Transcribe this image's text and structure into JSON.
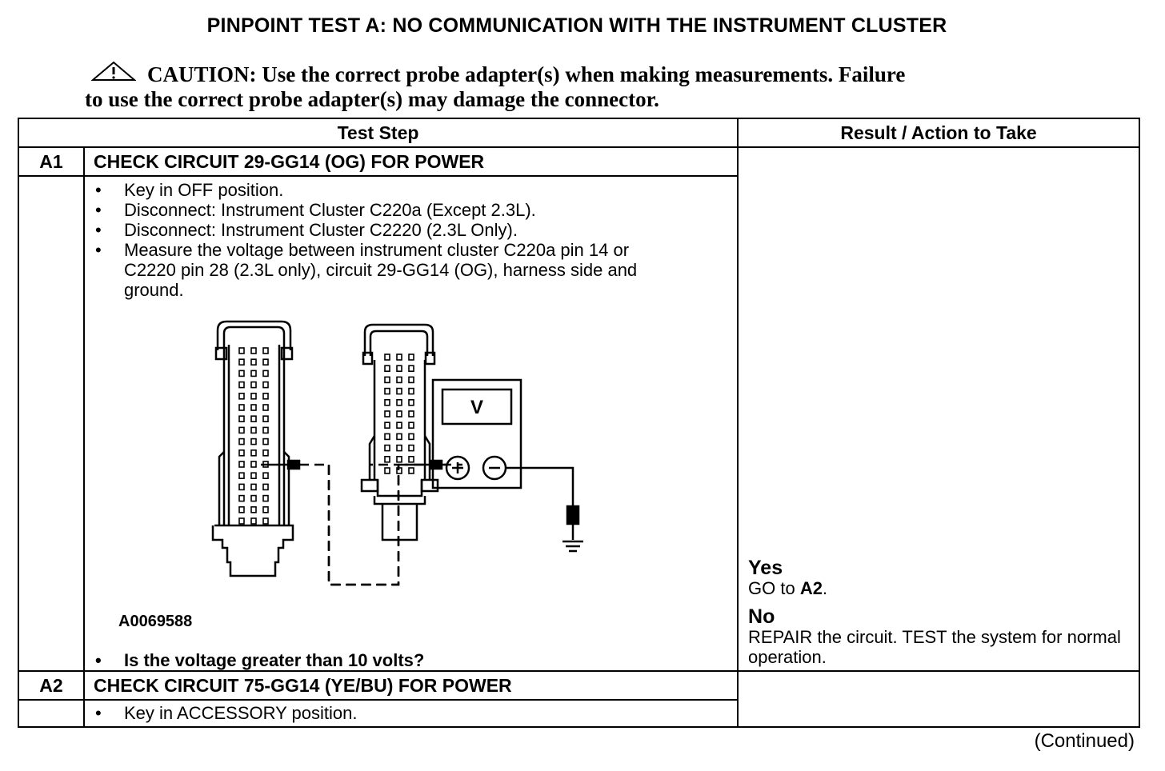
{
  "title": "PINPOINT TEST  A: NO COMMUNICATION WITH THE INSTRUMENT CLUSTER",
  "caution": {
    "icon": "warning-triangle-icon",
    "line1": "CAUTION: Use the correct probe adapter(s) when making measurements. Failure",
    "line2": "to use the correct probe adapter(s) may damage the connector."
  },
  "table": {
    "headers": {
      "test_step": "Test Step",
      "result": "Result / Action to Take"
    },
    "steps": [
      {
        "id": "A1",
        "heading": "CHECK CIRCUIT 29-GG14 (OG) FOR POWER",
        "bullets": [
          "Key in OFF position.",
          "Disconnect: Instrument Cluster C220a (Except 2.3L).",
          "Disconnect: Instrument Cluster C2220 (2.3L Only).",
          "Measure the voltage between instrument cluster C220a pin 14 or C2220 pin 28 (2.3L only), circuit 29-GG14 (OG), harness side and ground."
        ],
        "figure_id": "A0069588",
        "meter_label": "V",
        "question": "Is the voltage greater than 10 volts?",
        "yes_label": "Yes",
        "yes_text_prefix": "GO to ",
        "yes_text_target": "A2",
        "yes_text_suffix": ".",
        "no_label": "No",
        "no_text": "REPAIR the circuit. TEST the system for normal operation."
      },
      {
        "id": "A2",
        "heading": "CHECK CIRCUIT 75-GG14 (YE/BU) FOR POWER",
        "bullets": [
          "Key in ACCESSORY position."
        ]
      }
    ]
  },
  "footer": {
    "continued": "(Continued)"
  }
}
